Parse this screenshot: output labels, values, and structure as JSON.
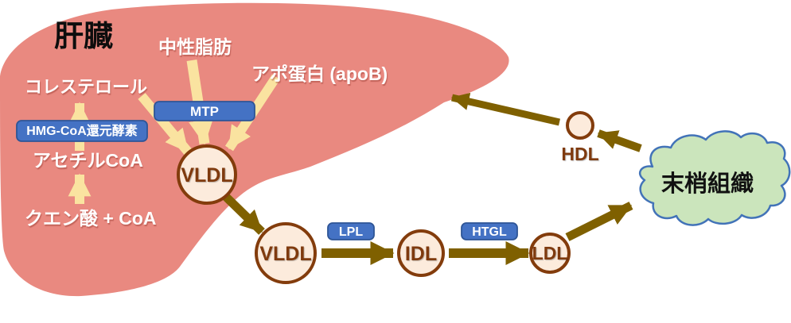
{
  "diagram_title": "肝臓",
  "liver": {
    "title": "肝臓",
    "cholesterol": "コレステロール",
    "triglyceride": "中性脂肪",
    "apoprotein": "アポ蛋白 (apoB)",
    "acetyl_coa": "アセチルCoA",
    "citrate_coa": "クエン酸 + CoA",
    "hmg_enzyme": "HMG-CoA還元酵素",
    "mtp_enzyme": "MTP"
  },
  "plasma": {
    "vldl_liver": "VLDL",
    "vldl": "VLDL",
    "idl": "IDL",
    "ldl": "LDL",
    "hdl": "HDL",
    "lpl_enzyme": "LPL",
    "htgl_enzyme": "HTGL"
  },
  "tissue": {
    "label": "末梢組織"
  },
  "colors": {
    "liver_fill": "#e98980",
    "cream_arrow": "#fae3a0",
    "olive_arrow": "#7f6000",
    "enzyme_box_fill": "#4472c4",
    "enzyme_box_border": "#2e5596",
    "particle_fill": "#fcebdc",
    "particle_border": "#833c0c",
    "particle_text": "#7f3a0e",
    "cloud_fill": "#cbe5bc",
    "cloud_border": "#4273b8",
    "label_white": "#ffffff",
    "title_black": "#0d0d0d"
  }
}
